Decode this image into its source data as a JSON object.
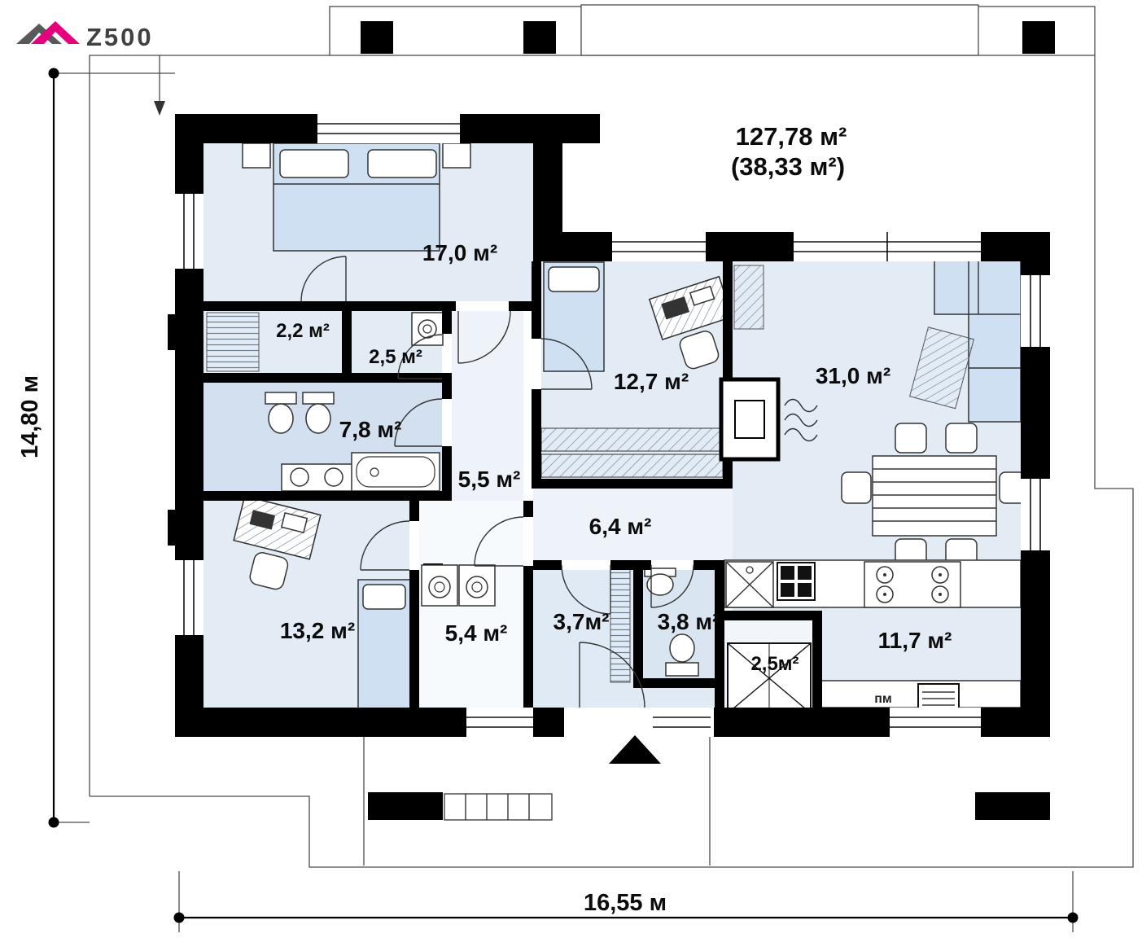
{
  "logo": {
    "brand": "Z500"
  },
  "plan": {
    "total_area": "127,78 м²",
    "secondary_area": "(38,33 м²)",
    "width_label": "16,55 м",
    "height_label": "14,80 м"
  },
  "rooms": [
    {
      "id": "bedroom-1",
      "area": "17,0 м²"
    },
    {
      "id": "wardrobe-1",
      "area": "2,2 м²"
    },
    {
      "id": "laundry",
      "area": "2,5 м²"
    },
    {
      "id": "bathroom",
      "area": "7,8 м²"
    },
    {
      "id": "hallway-1",
      "area": "5,5 м²"
    },
    {
      "id": "bedroom-2",
      "area": "12,7 м²"
    },
    {
      "id": "living-room",
      "area": "31,0 м²"
    },
    {
      "id": "hallway-2",
      "area": "6,4 м²"
    },
    {
      "id": "bedroom-3",
      "area": "13,2 м²"
    },
    {
      "id": "utility-room",
      "area": "5,4 м²"
    },
    {
      "id": "vestibule",
      "area": "3,7м²"
    },
    {
      "id": "wc",
      "area": "3,8 м²"
    },
    {
      "id": "pantry",
      "area": "2,5м²"
    },
    {
      "id": "kitchen",
      "area": "11,7 м²"
    }
  ],
  "annotations": {
    "washer": "пм"
  },
  "colors": {
    "accent": "#e5007d",
    "wall": "#000000",
    "room_fill": "#e3ecf5",
    "bath_fill": "#d2e0ef",
    "furniture_fill": "#cfe0f2"
  }
}
